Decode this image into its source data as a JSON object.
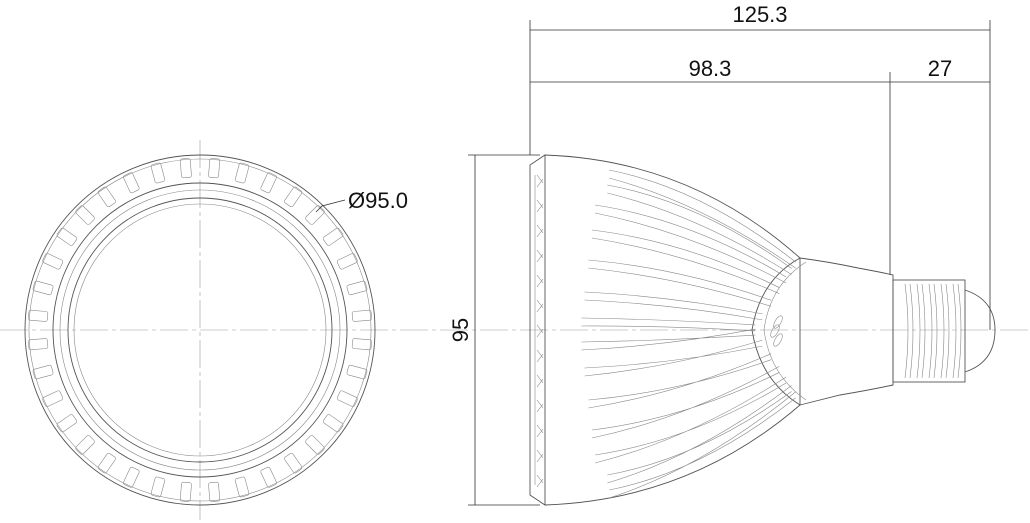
{
  "drawing": {
    "dimensions": {
      "overall_length": "125.3",
      "body_length": "98.3",
      "base_length": "27",
      "height": "95",
      "diameter": "Ø95.0"
    },
    "colors": {
      "line": "#555555",
      "text": "#111111"
    }
  }
}
